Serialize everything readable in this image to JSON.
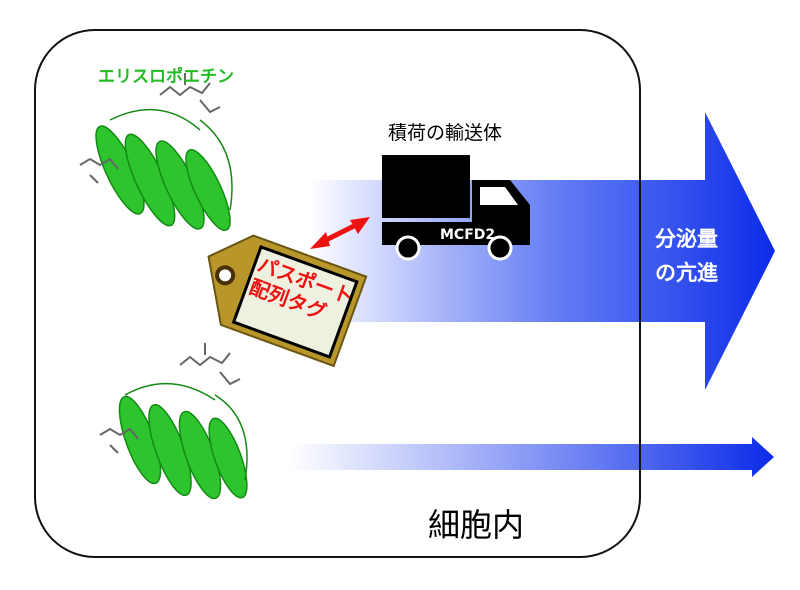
{
  "protein_label": "エリスロポエチン",
  "transporter_label": "積荷の輸送体",
  "truck_label": "MCFD2",
  "tag_label_line1": "パスポート",
  "tag_label_line2": "配列タグ",
  "result_line1": "分泌量",
  "result_line2": "の亢進",
  "cell_label": "細胞内",
  "colors": {
    "protein": "#22bb22",
    "arrow": "#1133ee",
    "tag": "#b8962a",
    "tag_text": "#ee1111",
    "double_arrow": "#ee1111"
  }
}
